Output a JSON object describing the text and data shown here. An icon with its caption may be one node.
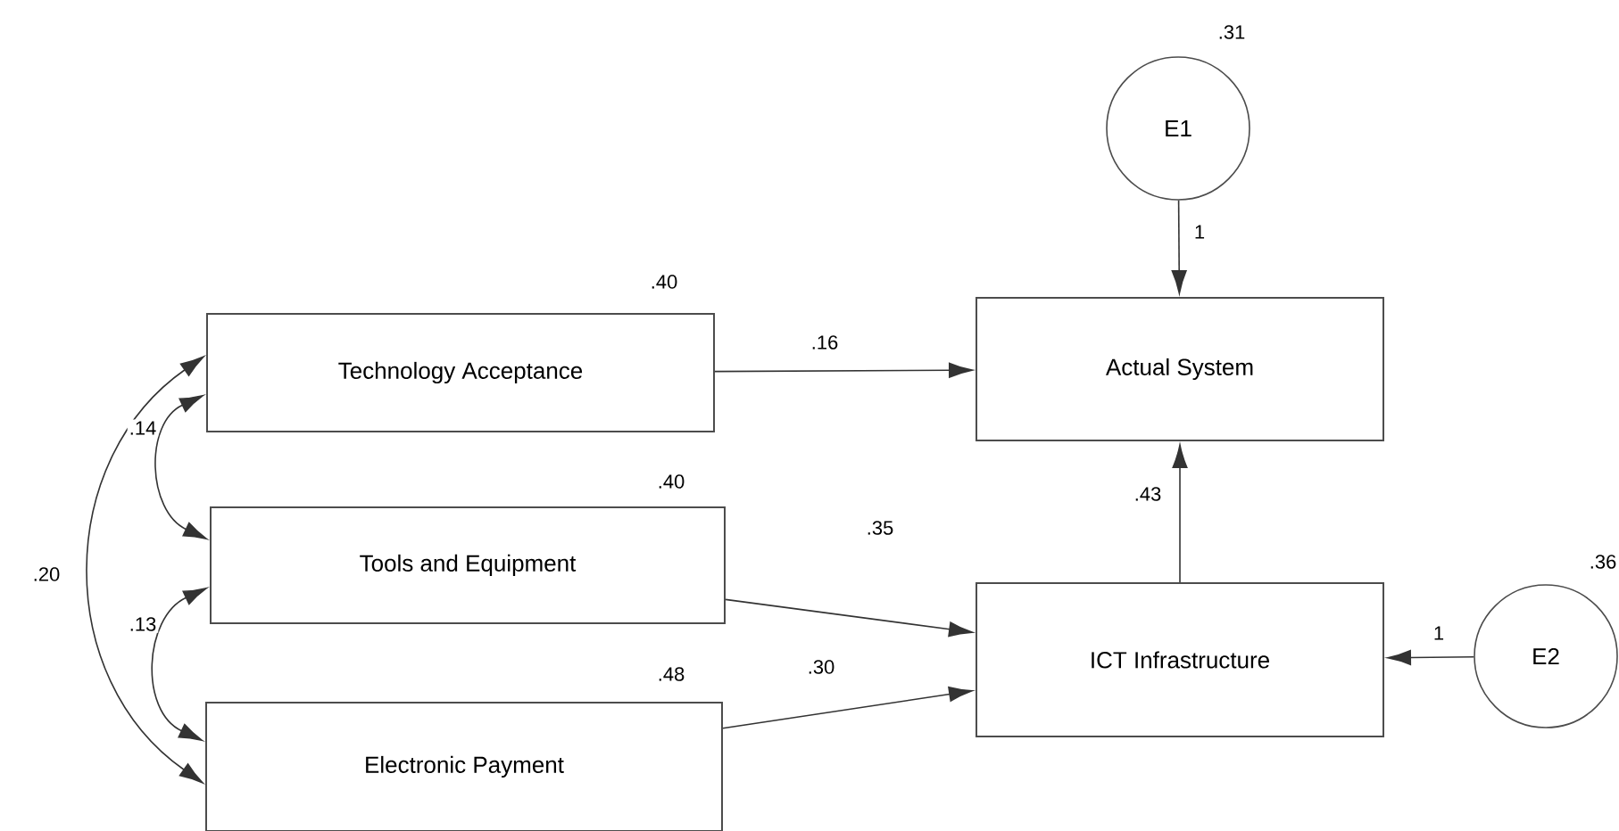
{
  "diagram": {
    "nodes": [
      {
        "text": [
          "Technology Acceptance"
        ],
        "beside": [
          ".40"
        ]
      },
      {
        "text": [
          "Tools and Equipment"
        ],
        "beside": [
          ".40"
        ]
      },
      {
        "text": [
          "Electronic Payment"
        ],
        "beside": [
          ".48"
        ]
      },
      {
        "text": [
          "E1"
        ],
        "beside": [
          ".31"
        ]
      },
      {
        "text": [
          "Actual System"
        ]
      },
      {
        "text": [
          "ICT Infrastructure"
        ]
      },
      {
        "text": [
          "E2"
        ],
        "beside": [
          ".36"
        ]
      }
    ],
    "edges": [
      {
        "from": 0,
        "to": 4,
        "arrow": "to",
        "label": ".16"
      },
      {
        "from": 1,
        "to": 5,
        "arrow": "to",
        "label": ".35"
      },
      {
        "from": 2,
        "to": 5,
        "arrow": "to",
        "label": ".30"
      },
      {
        "from": 5,
        "to": 4,
        "arrow": "to",
        "label": ".43"
      },
      {
        "from": 3,
        "to": 4,
        "arrow": "to",
        "label": "1"
      },
      {
        "from": 6,
        "to": 5,
        "arrow": "to",
        "label": "1"
      },
      {
        "from": 0,
        "to": 1,
        "arrow": "both",
        "label": ".14"
      },
      {
        "from": 1,
        "to": 2,
        "arrow": "both",
        "label": ".13"
      },
      {
        "from": 0,
        "to": 2,
        "arrow": "both",
        "label": ".20"
      }
    ]
  }
}
